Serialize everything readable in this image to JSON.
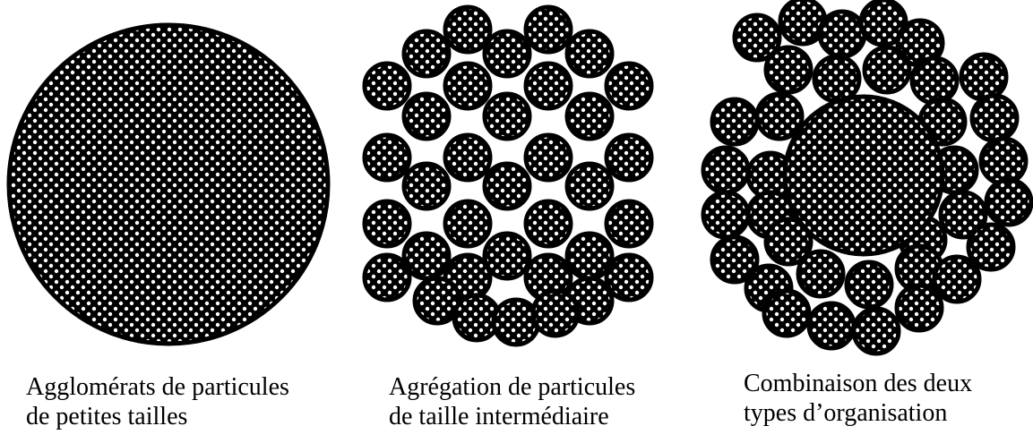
{
  "diagram": {
    "colors": {
      "stroke": "#000000",
      "pattern_dark": "#000000",
      "pattern_light": "#ffffff",
      "background": "#ffffff"
    },
    "panels": [
      {
        "id": "small-particles-agglomerate",
        "caption_lines": [
          "Agglomérats de particules",
          "de petites tailles"
        ]
      },
      {
        "id": "intermediate-particles-aggregation",
        "caption_lines": [
          "Agrégation de particules",
          "de taille intermédiaire"
        ]
      },
      {
        "id": "combined-organisation",
        "caption_lines": [
          "Combinaison des deux",
          "types d’organisation"
        ]
      }
    ]
  }
}
